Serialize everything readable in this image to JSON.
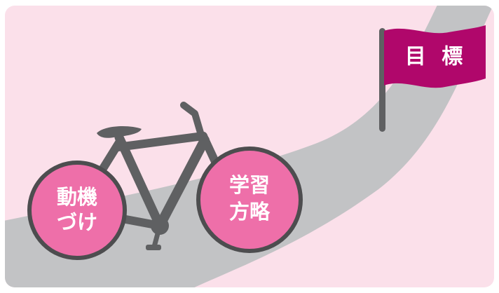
{
  "flag": {
    "label": "目 標"
  },
  "rear_wheel": {
    "line1": "動機",
    "line2": "づけ"
  },
  "front_wheel": {
    "line1": "学習",
    "line2": "方略"
  },
  "colors": {
    "background": "#fbe0ea",
    "road": "#c2c3c5",
    "bike_frame": "#5f6062",
    "wheel_fill": "#ee6fa9",
    "wheel_outline": "#4d4d4f",
    "flag": "#b0076b",
    "flag_pole": "#5f6062"
  },
  "icons": [
    "bicycle-icon",
    "goal-flag-icon",
    "road-path"
  ]
}
